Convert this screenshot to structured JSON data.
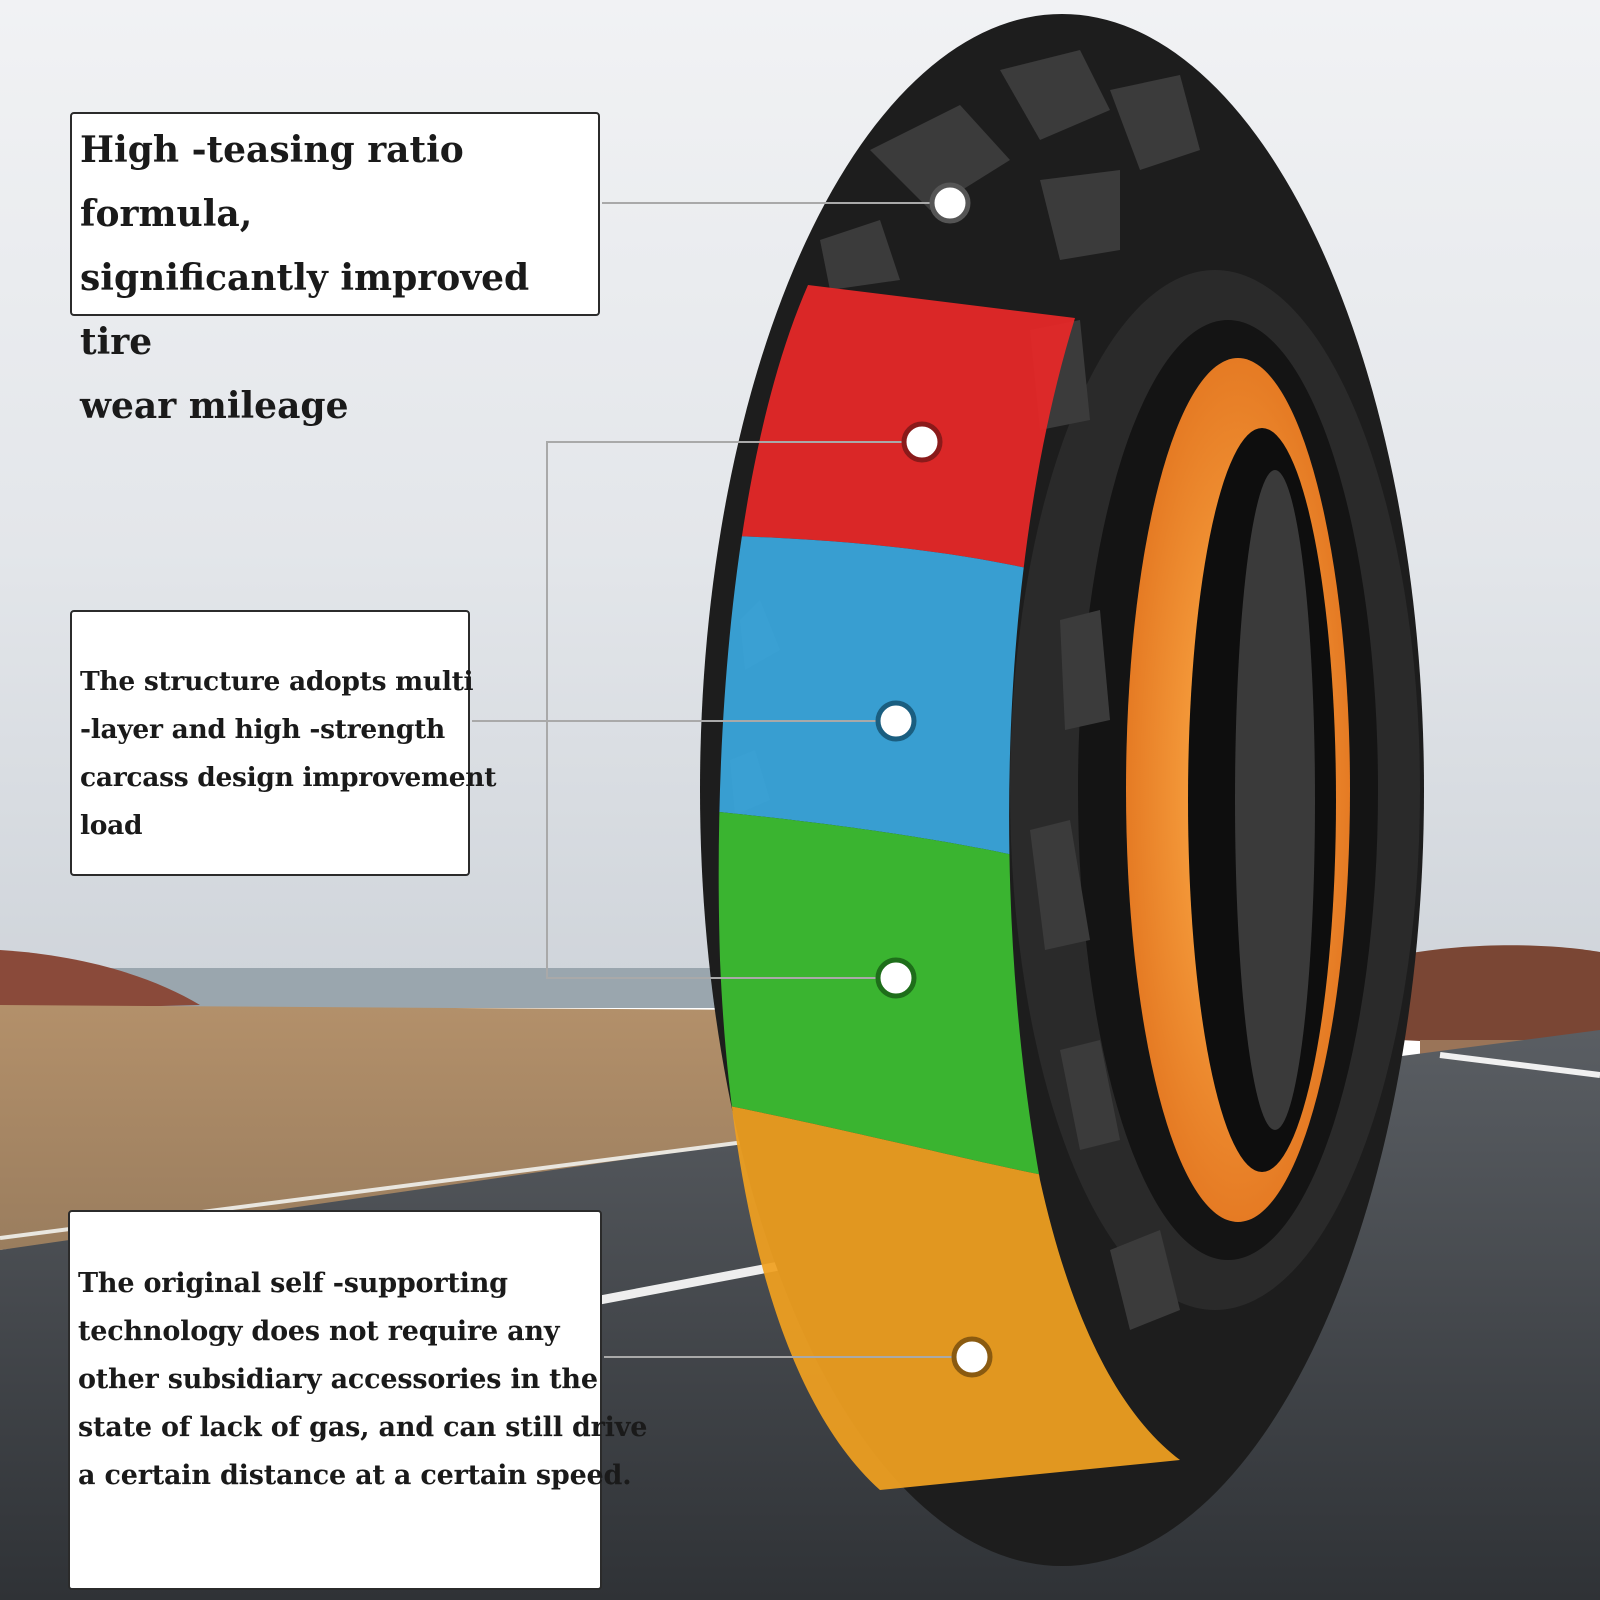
{
  "callouts": [
    {
      "lines": [
        "High -teasing ratio formula,",
        "significantly improved tire",
        "wear mileage"
      ]
    },
    {
      "lines": [
        "The structure adopts multi",
        "-layer and high -strength",
        "carcass design improvement",
        "load"
      ]
    },
    {
      "lines": [
        "The original self -supporting",
        "technology does not require any",
        "other subsidiary accessories in the",
        "state of lack of gas, and can still drive",
        "a certain distance at a certain speed."
      ]
    }
  ],
  "colors": {
    "layer_red": "#e82828",
    "layer_blue": "#3aa8df",
    "layer_green": "#3cc032",
    "layer_orange": "#f0a020",
    "inner_orange": "#f08c2a",
    "tire_black": "#1d1d1d",
    "road": "#3f4246",
    "sky": "#e9ebed"
  }
}
